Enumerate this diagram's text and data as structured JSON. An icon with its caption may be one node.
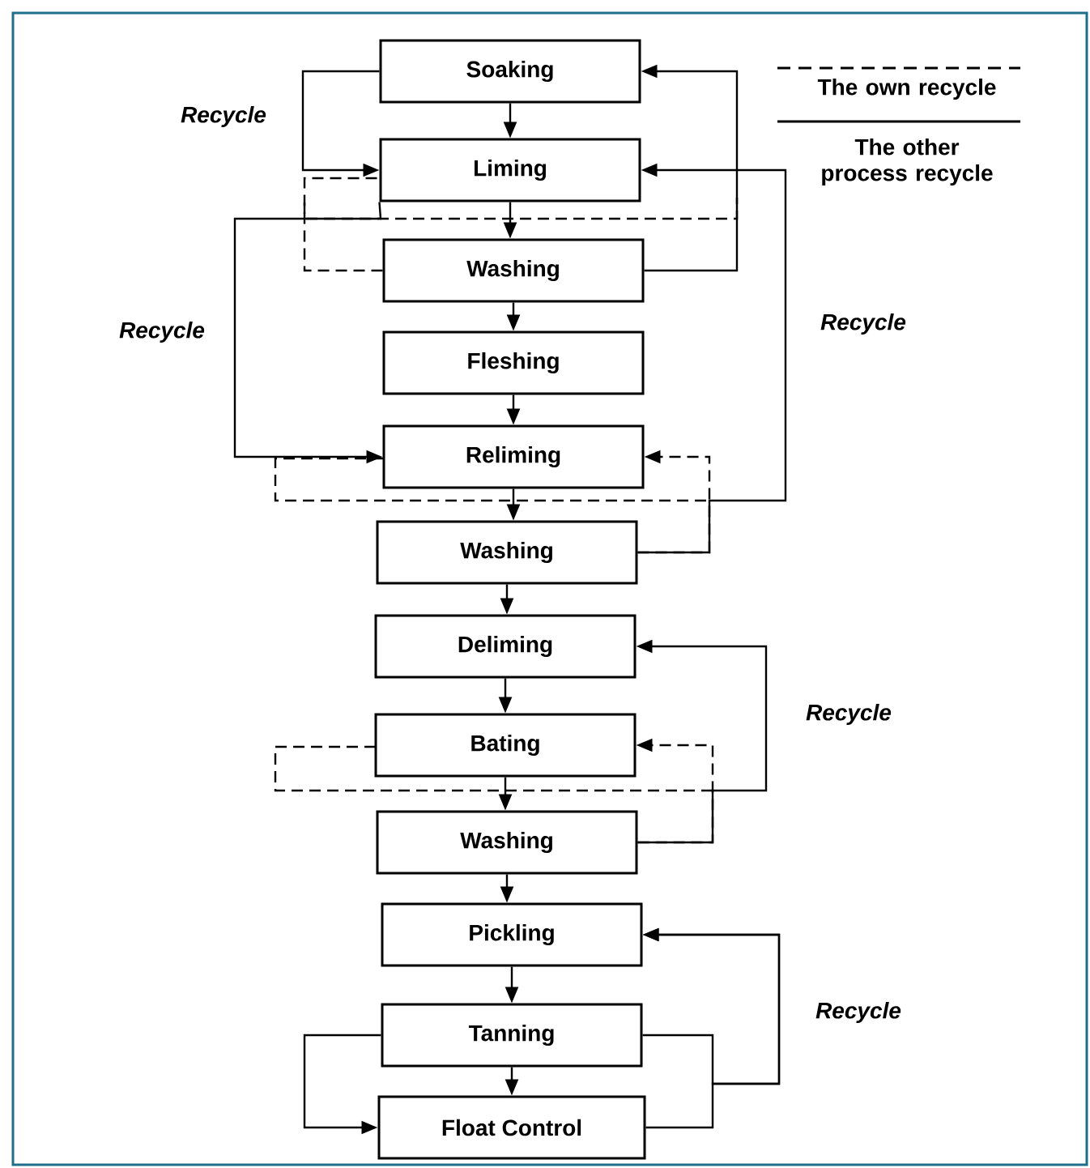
{
  "diagram": {
    "nodes": [
      {
        "text": [
          "Soaking"
        ]
      },
      {
        "text": [
          "Liming"
        ]
      },
      {
        "text": [
          "Washing"
        ]
      },
      {
        "text": [
          "Fleshing"
        ]
      },
      {
        "text": [
          "Reliming"
        ]
      },
      {
        "text": [
          "Washing"
        ]
      },
      {
        "text": [
          "Deliming"
        ]
      },
      {
        "text": [
          "Bating"
        ]
      },
      {
        "text": [
          "Washing"
        ]
      },
      {
        "text": [
          "Pickling"
        ]
      },
      {
        "text": [
          "Tanning"
        ]
      },
      {
        "text": [
          "Float Control"
        ]
      }
    ],
    "edges": [
      {
        "from": 0,
        "to": 1,
        "arrow": "to"
      },
      {
        "from": 1,
        "to": 2,
        "arrow": "to"
      },
      {
        "from": 2,
        "to": 3,
        "arrow": "to"
      },
      {
        "from": 3,
        "to": 4,
        "arrow": "to"
      },
      {
        "from": 4,
        "to": 5,
        "arrow": "to"
      },
      {
        "from": 5,
        "to": 6,
        "arrow": "to"
      },
      {
        "from": 6,
        "to": 7,
        "arrow": "to"
      },
      {
        "from": 7,
        "to": 8,
        "arrow": "to"
      },
      {
        "from": 8,
        "to": 9,
        "arrow": "to"
      },
      {
        "from": 9,
        "to": 10,
        "arrow": "to"
      },
      {
        "from": 10,
        "to": 11,
        "arrow": "to"
      },
      {
        "from": 0,
        "to": 1,
        "arrow": "to",
        "label": "Recycle"
      },
      {
        "from": 2,
        "to": 0,
        "arrow": "to"
      },
      {
        "from": 2,
        "to": 1,
        "arrow": "none",
        "style": "dashed"
      },
      {
        "from": 1,
        "to": 4,
        "arrow": "to",
        "label": "Recycle"
      },
      {
        "from": 5,
        "to": 1,
        "arrow": "to",
        "label": "Recycle"
      },
      {
        "from": 5,
        "to": 4,
        "arrow": "to",
        "style": "dashed"
      },
      {
        "from": 8,
        "to": 6,
        "arrow": "to",
        "label": "Recycle"
      },
      {
        "from": 8,
        "to": 7,
        "arrow": "to",
        "style": "dashed"
      },
      {
        "from": 10,
        "to": 9,
        "arrow": "to",
        "label": "Recycle"
      },
      {
        "from": 11,
        "to": 9,
        "arrow": "to"
      },
      {
        "from": 10,
        "to": 11,
        "arrow": "to"
      }
    ],
    "legend": [
      {
        "text": "The own recycle"
      },
      {
        "text": "The other process recycle"
      }
    ]
  }
}
